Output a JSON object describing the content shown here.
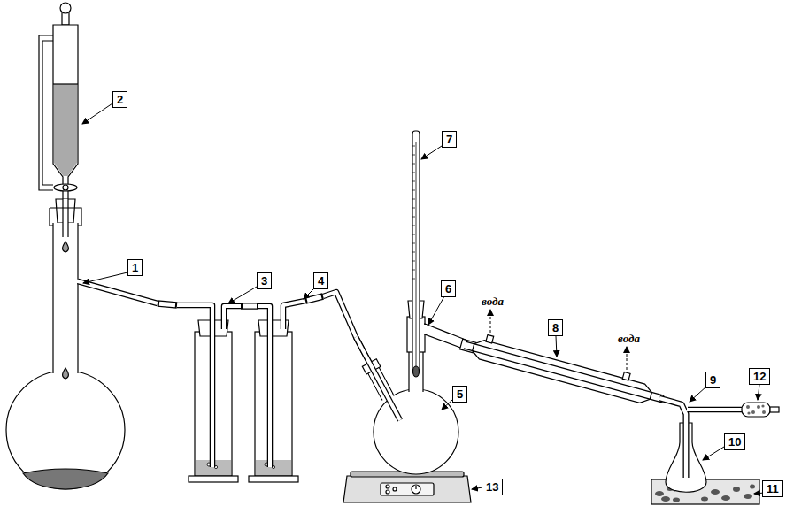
{
  "diagram": {
    "labels": [
      "2",
      "1",
      "3",
      "4",
      "7",
      "6",
      "вода",
      "8",
      "вода",
      "9",
      "12",
      "5",
      "10",
      "13",
      "11"
    ]
  }
}
